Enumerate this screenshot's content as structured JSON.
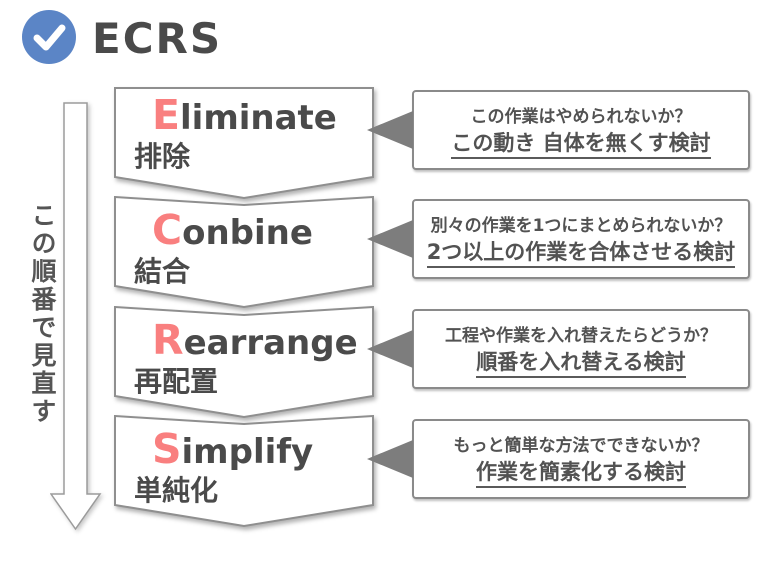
{
  "header": {
    "title": "ECRS"
  },
  "side_arrow_label": "この順番で見直す",
  "rows": [
    {
      "initial": "E",
      "rest": "liminate",
      "japanese": "排除",
      "question": "この作業はやめられないか？",
      "answer": "この動き 自体を無くす検討"
    },
    {
      "initial": "C",
      "rest": "onbine",
      "japanese": "結合",
      "question": "別々の作業を1つにまとめられないか？",
      "answer": "2つ以上の作業を合体させる検討"
    },
    {
      "initial": "R",
      "rest": "earrange",
      "japanese": "再配置",
      "question": "工程や作業を入れ替えたらどうか？",
      "answer": "順番を入れ替える検討"
    },
    {
      "initial": "S",
      "rest": "implify",
      "japanese": "単純化",
      "question": "もっと簡単な方法でできないか？",
      "answer": "作業を簡素化する検討"
    }
  ],
  "icons": {
    "badge": "check-icon",
    "flow": "down-arrow-icon",
    "connector": "left-triangle-icon"
  },
  "colors": {
    "accent_red": "#F97F7F",
    "brand_blue": "#5B85C6",
    "text_dark": "#4A4A4A",
    "border_gray": "#8A8A8A",
    "connector_gray": "#7D7D7D"
  }
}
